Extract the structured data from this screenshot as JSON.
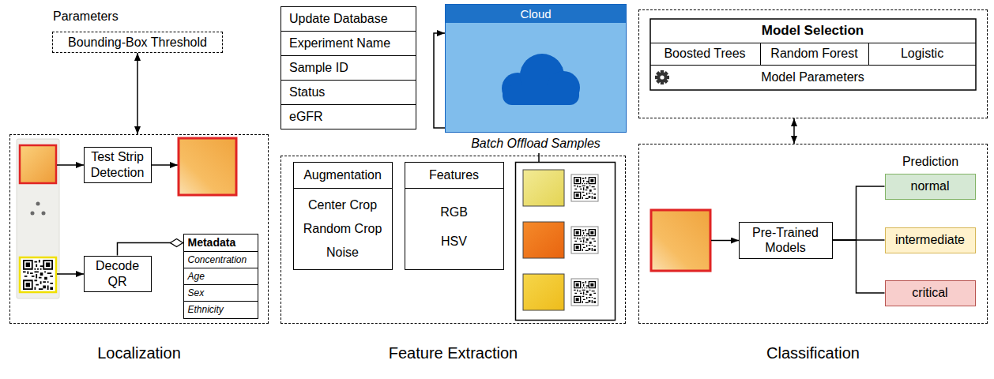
{
  "diagram": {
    "nodes": [
      {
        "text": [
          "Parameters",
          "Bounding-Box Threshold"
        ]
      },
      {
        "text": [
          "Localization"
        ]
      },
      {
        "text": [
          "Test Strip Detection"
        ],
        "in": 1
      },
      {
        "text": [
          "Decode QR"
        ],
        "in": 1
      },
      {
        "text": [
          "Metadata",
          "Concentration",
          "Age",
          "Sex",
          "Ethnicity"
        ],
        "in": 1
      },
      {
        "text": [
          "Update Database"
        ]
      },
      {
        "text": [
          "Experiment Name"
        ]
      },
      {
        "text": [
          "Sample ID"
        ]
      },
      {
        "text": [
          "Status"
        ]
      },
      {
        "text": [
          "eGFR"
        ]
      },
      {
        "text": [
          "Cloud"
        ]
      },
      {
        "text": [
          "Feature Extraction"
        ]
      },
      {
        "text": [
          "Augmentation",
          "Center Crop",
          "Random Crop",
          "Noise"
        ],
        "in": 11
      },
      {
        "text": [
          "Features",
          "RGB",
          "HSV"
        ],
        "in": 11
      },
      {
        "text": [
          "Model Selection"
        ]
      },
      {
        "text": [
          "Boosted Trees"
        ],
        "in": 14
      },
      {
        "text": [
          "Random Forest"
        ],
        "in": 14
      },
      {
        "text": [
          "Logistic"
        ],
        "in": 14
      },
      {
        "text": [
          "Model Parameters"
        ],
        "in": 14
      },
      {
        "text": [
          "Classification"
        ]
      },
      {
        "text": [
          "Pre-Trained Models"
        ],
        "in": 19
      },
      {
        "text": [
          "normal"
        ],
        "in": 19
      },
      {
        "text": [
          "intermediate"
        ],
        "in": 19
      },
      {
        "text": [
          "critical"
        ],
        "in": 19
      }
    ],
    "edges": [
      {
        "from": 0,
        "to": 1,
        "arrow": "both"
      },
      {
        "from": 3,
        "to": 4,
        "arrow": "none"
      },
      {
        "from": 10,
        "to": 10,
        "arrow": "to"
      },
      {
        "from": 14,
        "to": 19,
        "arrow": "both"
      },
      {
        "from": 20,
        "to": 21,
        "arrow": "none"
      },
      {
        "from": 20,
        "to": 22,
        "arrow": "none"
      },
      {
        "from": 20,
        "to": 23,
        "arrow": "none"
      }
    ],
    "labels": [
      "Batch Offload Samples",
      "Prediction"
    ]
  }
}
